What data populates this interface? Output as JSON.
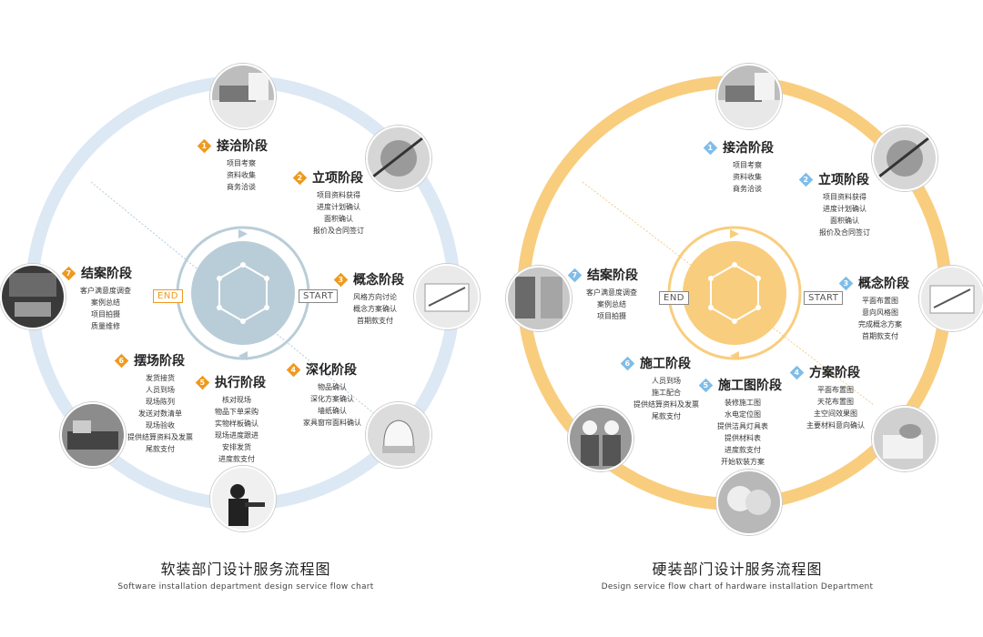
{
  "left_chart": {
    "theme_color": "#dce8f4",
    "hub_color": "#b9cdd8",
    "badge_color": "#ef9a1e",
    "end_label": "END",
    "start_label": "START",
    "title_cn": "软装部门设计服务流程图",
    "title_en": "Software installation department design service flow chart",
    "stages": [
      {
        "num": "1",
        "title": "接洽阶段",
        "items": [
          "项目考察",
          "资料收集",
          "商务洽谈"
        ]
      },
      {
        "num": "2",
        "title": "立项阶段",
        "items": [
          "项目资料获得",
          "进度计划确认",
          "面积确认",
          "报价及合同签订"
        ]
      },
      {
        "num": "3",
        "title": "概念阶段",
        "items": [
          "风格方向讨论",
          "概念方案确认",
          "首期款支付"
        ]
      },
      {
        "num": "4",
        "title": "深化阶段",
        "items": [
          "物品确认",
          "深化方案确认",
          "墙纸确认",
          "家具窗帘面料确认"
        ]
      },
      {
        "num": "5",
        "title": "执行阶段",
        "items": [
          "核对现场",
          "物品下单采购",
          "实物样板确认",
          "现场进度跟进",
          "安排发货",
          "进度款支付"
        ]
      },
      {
        "num": "6",
        "title": "摆场阶段",
        "items": [
          "发货接货",
          "人员到场",
          "现场陈列",
          "发送对数清单",
          "现场验收",
          "提供结算资料及发票",
          "尾款支付"
        ]
      },
      {
        "num": "7",
        "title": "结案阶段",
        "items": [
          "客户满意度调查",
          "案例总结",
          "项目拍摄",
          "质量维修"
        ]
      }
    ]
  },
  "right_chart": {
    "theme_color": "#f9cd7e",
    "hub_color": "#f9cd7e",
    "badge_color": "#7fbde8",
    "end_label": "END",
    "start_label": "START",
    "title_cn": "硬装部门设计服务流程图",
    "title_en": "Design service flow chart of hardware installation Department",
    "stages": [
      {
        "num": "1",
        "title": "接洽阶段",
        "items": [
          "项目考察",
          "资料收集",
          "商务洽谈"
        ]
      },
      {
        "num": "2",
        "title": "立项阶段",
        "items": [
          "项目资料获得",
          "进度计划确认",
          "面积确认",
          "报价及合同签订"
        ]
      },
      {
        "num": "3",
        "title": "概念阶段",
        "items": [
          "平面布置图",
          "意向风格图",
          "完成概念方案",
          "首期款支付"
        ]
      },
      {
        "num": "4",
        "title": "方案阶段",
        "items": [
          "平面布置图",
          "天花布置图",
          "主空间效果图",
          "主要材料意向确认"
        ]
      },
      {
        "num": "5",
        "title": "施工图阶段",
        "items": [
          "装修施工图",
          "水电定位图",
          "提供洁具灯具表",
          "提供材料表",
          "进度款支付",
          "开始软装方案"
        ]
      },
      {
        "num": "6",
        "title": "施工阶段",
        "items": [
          "人员到场",
          "施工配合",
          "提供结算资料及发票",
          "尾款支付"
        ]
      },
      {
        "num": "7",
        "title": "结案阶段",
        "items": [
          "客户满意度调查",
          "案例总结",
          "项目拍摄"
        ]
      }
    ]
  },
  "photos": [
    "office-desk-photo",
    "blueprint-tools-photo",
    "drafting-photo",
    "armchair-photo",
    "worker-photo",
    "furniture-showroom-photo",
    "interior-room-photo"
  ]
}
